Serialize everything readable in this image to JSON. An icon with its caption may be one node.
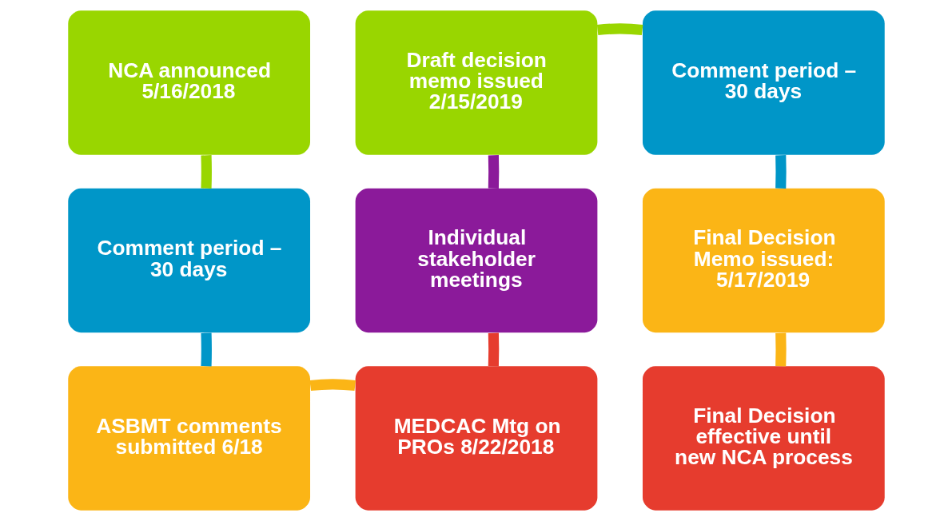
{
  "diagram": {
    "nodes": [
      {
        "text": [
          "NCA announced 5/16/2018"
        ]
      },
      {
        "text": [
          "Comment period – 30 days"
        ]
      },
      {
        "text": [
          "ASBMT comments submitted 6/18"
        ]
      },
      {
        "text": [
          "MEDCAC Mtg on PROs 8/22/2018"
        ]
      },
      {
        "text": [
          "Individual stakeholder meetings"
        ]
      },
      {
        "text": [
          "Draft decision memo issued 2/15/2019"
        ]
      },
      {
        "text": [
          "Comment period – 30 days"
        ]
      },
      {
        "text": [
          "Final Decision Memo issued: 5/17/2019"
        ]
      },
      {
        "text": [
          "Final Decision effective until new NCA process"
        ]
      }
    ],
    "edges": [
      {
        "from": 0,
        "to": 1,
        "arrow": "none",
        "color": "#99d600"
      },
      {
        "from": 1,
        "to": 2,
        "arrow": "none",
        "color": "#0096c8"
      },
      {
        "from": 2,
        "to": 3,
        "arrow": "none",
        "color": "#fbb516"
      },
      {
        "from": 3,
        "to": 4,
        "arrow": "none",
        "color": "#e63c2e"
      },
      {
        "from": 4,
        "to": 5,
        "arrow": "none",
        "color": "#8b1a9a"
      },
      {
        "from": 5,
        "to": 6,
        "arrow": "none",
        "color": "#99d600"
      },
      {
        "from": 6,
        "to": 7,
        "arrow": "none",
        "color": "#0096c8"
      },
      {
        "from": 7,
        "to": 8,
        "arrow": "none",
        "color": "#fbb516"
      }
    ]
  }
}
